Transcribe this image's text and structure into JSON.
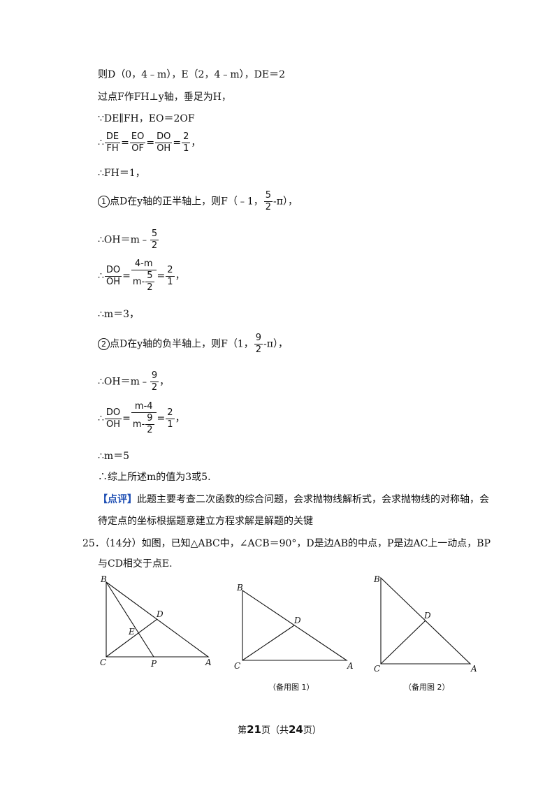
{
  "lines": {
    "l1": "则D（0，4﹣m），E（2，4﹣m），DE＝2",
    "l2": "过点F作FH⊥y轴，垂足为H，",
    "l3": "∵DE∥FH，EO＝2OF",
    "l4_prefix": "∴",
    "l4_suffix": "，",
    "l5": "∴FH＝1，",
    "l6_a": "点D在y轴的正半轴上，则F（﹣1，",
    "l6_b": "），",
    "l7": "∴OH＝m﹣",
    "l8_suffix": "，",
    "l9": "∴m＝3，",
    "l10_a": "点D在y轴的负半轴上，则F（1，",
    "l10_b": "），",
    "l11": "∴OH＝m﹣",
    "l11_suffix": "，",
    "l12_suffix": "，",
    "l13": "∴m＝5",
    "l14": "∴综上所述m的值为3或5.",
    "comment_tag": "【点评】",
    "comment_1": "此题主要考查二次函数的综合问题，会求抛物线解析式，会求抛物线的对称轴，会",
    "comment_2": "待定点的坐标根据题意建立方程求解是解题的关键",
    "q25_1": "25．（14分）如图，已知△ABC中，∠ACB＝90°，D是边AB的中点，P是边AC上一动点，BP",
    "q25_2": "与CD相交于点E."
  },
  "circled": {
    "one": "1",
    "two": "2"
  },
  "fracs": {
    "de": "DE",
    "fh": "FH",
    "eo": "EO",
    "of": "OF",
    "do": "DO",
    "oh": "OH",
    "two": "2",
    "one": "1",
    "five": "5",
    "nine": "9",
    "num_4m": "4-m",
    "den_m": "m-",
    "num_m4": "m-4",
    "pi": "-π"
  },
  "figures": {
    "fig1": {
      "B": "B",
      "C": "C",
      "A": "A",
      "D": "D",
      "E": "E",
      "P": "P"
    },
    "fig2": {
      "B": "B",
      "C": "C",
      "A": "A",
      "D": "D",
      "caption": "（备用图 1）"
    },
    "fig3": {
      "B": "B",
      "C": "C",
      "A": "A",
      "D": "D",
      "caption": "（备用图 2）"
    }
  },
  "footer": {
    "pre": "第",
    "page": "21",
    "mid": "页（共",
    "total": "24",
    "post": "页）"
  }
}
